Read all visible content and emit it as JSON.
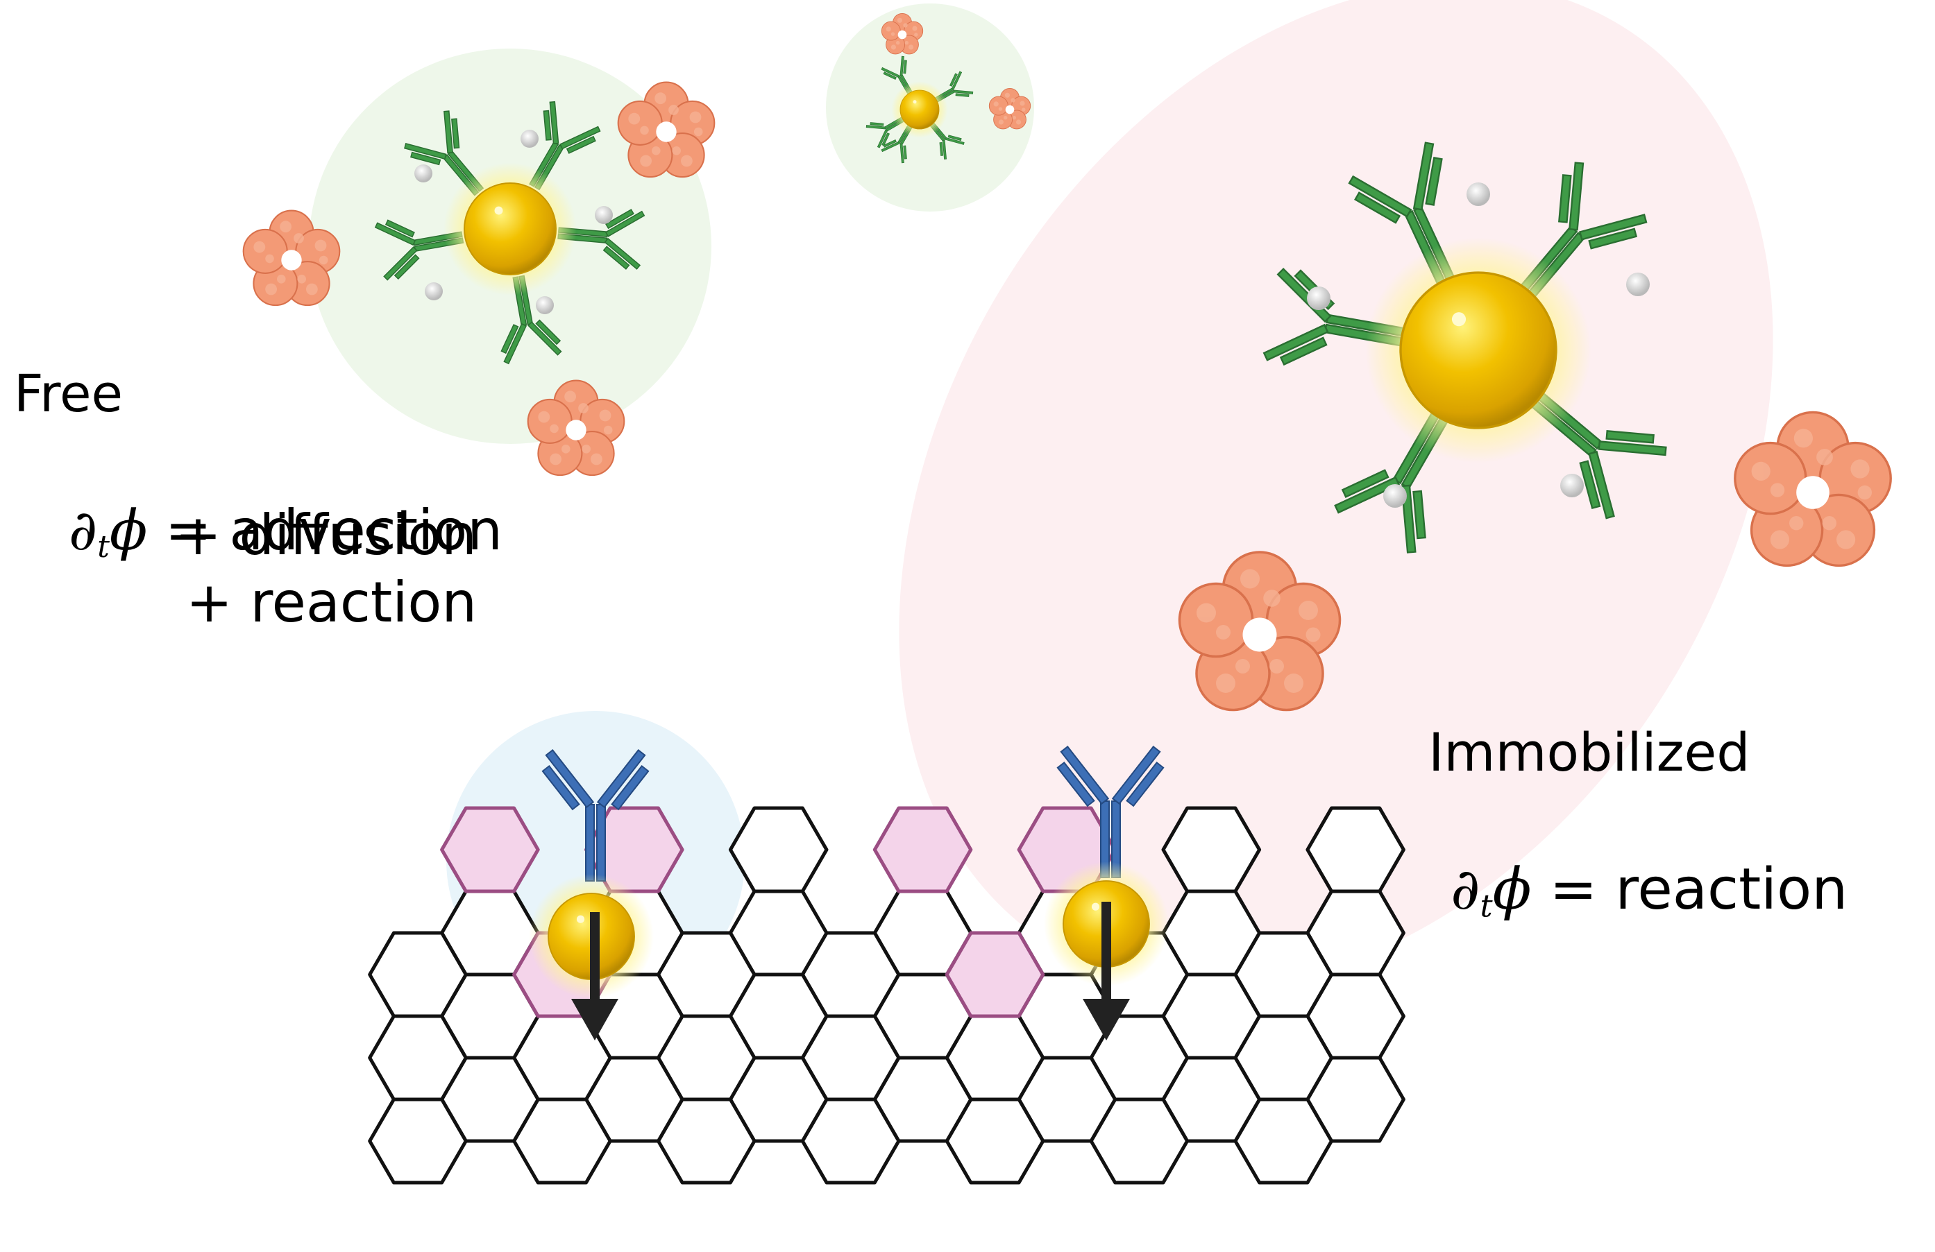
{
  "free": {
    "title": "Free",
    "lhs_partial": "∂",
    "lhs_sub": "t",
    "lhs_phi": "ϕ",
    "rhs_line1": " = advection",
    "rhs_line2": "+ diffusion",
    "rhs_line3": "+ reaction"
  },
  "immobilized": {
    "title": "Immobilized",
    "lhs_partial": "∂",
    "lhs_sub": "t",
    "lhs_phi": "ϕ",
    "rhs_line1": " = reaction"
  },
  "colors": {
    "free_halo": "#eef7ea",
    "immobilized_halo": "#fdeff1",
    "surface_halo": "#e8f4fa",
    "gold_particle": "#f2c100",
    "capture_antibody_green": "#3f9b47",
    "surface_antibody_blue": "#3d6fb6",
    "antigen": "#f39a76",
    "bound_cell": "#f4d4ea",
    "bound_cell_edge": "#9b4d83",
    "lattice_edge": "#111111",
    "arrow": "#222222"
  }
}
